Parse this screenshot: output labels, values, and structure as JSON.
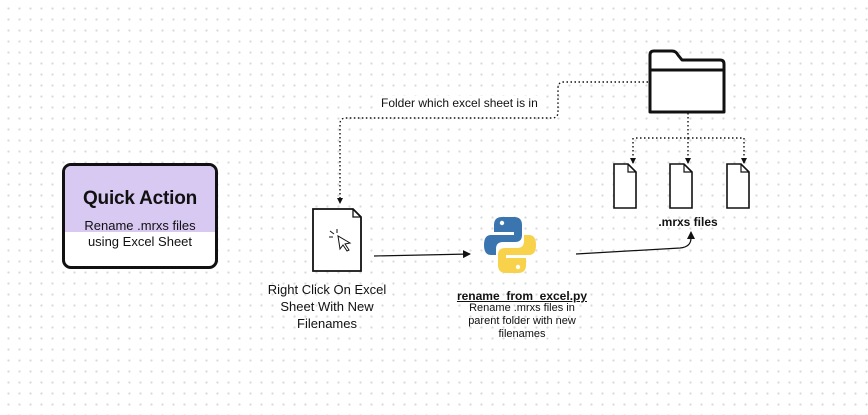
{
  "quick_action": {
    "title": "Quick Action",
    "subtitle_line1": "Rename .mrxs files",
    "subtitle_line2": "using Excel Sheet"
  },
  "labels": {
    "folder_arrow": "Folder which excel sheet is in",
    "right_click_line1": "Right Click On Excel",
    "right_click_line2": "Sheet With New",
    "right_click_line3": "Filenames",
    "script_name": "rename_from_excel.py",
    "script_desc_line1": "Rename .mrxs files in",
    "script_desc_line2": "parent folder with new",
    "script_desc_line3": "filenames",
    "mrxs_files": ".mrxs files"
  },
  "colors": {
    "card_header": "#d8c9f3",
    "python_blue": "#3a75b0",
    "python_yellow": "#f7d24a",
    "ink": "#111111"
  },
  "icons": [
    "folder-icon",
    "document-icon",
    "cursor-click-icon",
    "python-logo-icon",
    "file-icon"
  ]
}
